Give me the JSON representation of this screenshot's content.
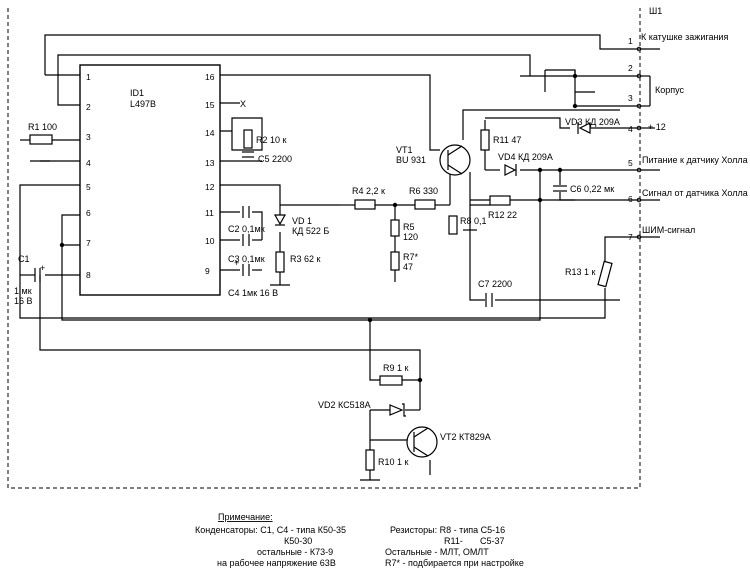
{
  "connector": {
    "name": "Ш1",
    "pins": [
      {
        "num": "1",
        "label": "К катушке зажигания"
      },
      {
        "num": "2",
        "label": ""
      },
      {
        "num": "3",
        "label": ""
      },
      {
        "num": "4",
        "label": "+ 12"
      },
      {
        "num": "5",
        "label": "Питание к датчику Холла"
      },
      {
        "num": "6",
        "label": "Сигнал от датчика Холла"
      },
      {
        "num": "7",
        "label": "ШИМ-сигнал"
      }
    ],
    "ground_label": "Корпус"
  },
  "ic": {
    "ref": "ID1",
    "part": "L497B",
    "left_pins": [
      "1",
      "2",
      "3",
      "4",
      "5",
      "6",
      "7",
      "8"
    ],
    "right_pins": [
      "16",
      "15",
      "14",
      "13",
      "12",
      "11",
      "10",
      "9"
    ],
    "nc_mark": "X"
  },
  "components": {
    "r1": "R1 100",
    "c1_ref": "C1",
    "c1_val": "1 мк",
    "c1_volt": "16 В",
    "r2": "R2 10 к",
    "c5": "C5 2200",
    "vd1_ref": "VD 1",
    "vd1_part": "КД 522 Б",
    "c2": "C2 0,1мк",
    "c3": "C3 0,1мк",
    "r3": "R3 62 к",
    "c4": "C4 1мк 16 В",
    "r4": "R4 2,2 к",
    "r6": "R6 330",
    "r5_ref": "R5",
    "r5_val": "120",
    "r7_ref": "R7*",
    "r7_val": "47",
    "r8": "R8 0,1",
    "vt1_ref": "VT1",
    "vt1_part": "BU 931",
    "r11": "R11 47",
    "vd3": "VD3 КД 209А",
    "vd4": "VD4 КД 209А",
    "c6": "C6 0,22 мк",
    "r12": "R12 22",
    "c7": "C7 2200",
    "r13": "R13 1 к",
    "r9": "R9 1 к",
    "vd2": "VD2 КС518А",
    "vt2": "VT2 КТ829А",
    "r10": "R10 1 к",
    "plus": "+"
  },
  "notes": {
    "title": "Примечание:",
    "left": [
      "Конденсаторы: C1, C4 - типа К50-35",
      "К50-30",
      "остальные - К73-9",
      "на рабочее напряжение 63В"
    ],
    "right": [
      "Резисторы: R8 - типа C5-16",
      "R11-",
      "C5-37",
      "Остальные - МЛТ, ОМЛТ",
      "R7* - подбирается при настройке"
    ]
  }
}
